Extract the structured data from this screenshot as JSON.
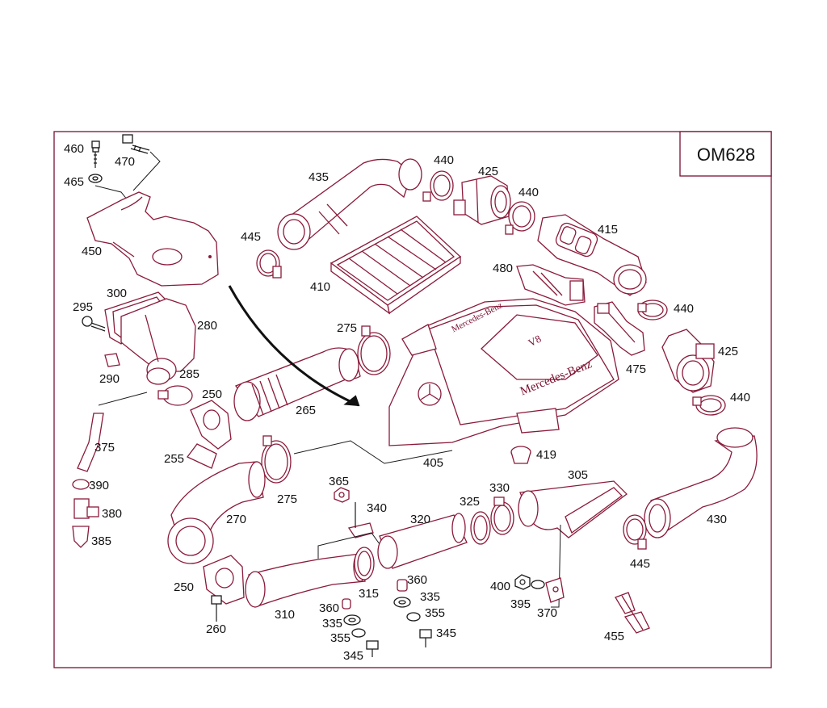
{
  "engine_code": "OM628",
  "brand": {
    "front": "Mercedes-Benz",
    "top": "Mercedes-Benz",
    "badge": "V8"
  },
  "labels": {
    "l460": "460",
    "l470": "470",
    "l465": "465",
    "l450": "450",
    "l435": "435",
    "l440a": "440",
    "l425a": "425",
    "l440b": "440",
    "l415": "415",
    "l445a": "445",
    "l410": "410",
    "l480": "480",
    "l300": "300",
    "l295": "295",
    "l280": "280",
    "l290": "290",
    "l275a": "275",
    "l440c": "440",
    "l425b": "425",
    "l475": "475",
    "l285": "285",
    "l250a": "250",
    "l265": "265",
    "l440d": "440",
    "l375": "375",
    "l255": "255",
    "l419": "419",
    "l405": "405",
    "l390": "390",
    "l275b": "275",
    "l365": "365",
    "l305": "305",
    "l380": "380",
    "l340": "340",
    "l330": "330",
    "l325": "325",
    "l320": "320",
    "l270": "270",
    "l430": "430",
    "l385": "385",
    "l445b": "445",
    "l360a": "360",
    "l400": "400",
    "l250b": "250",
    "l315": "315",
    "l335a": "335",
    "l395": "395",
    "l370": "370",
    "l360b": "360",
    "l355a": "355",
    "l310": "310",
    "l260": "260",
    "l335b": "335",
    "l345a": "345",
    "l455": "455",
    "l355b": "355",
    "l345b": "345"
  }
}
